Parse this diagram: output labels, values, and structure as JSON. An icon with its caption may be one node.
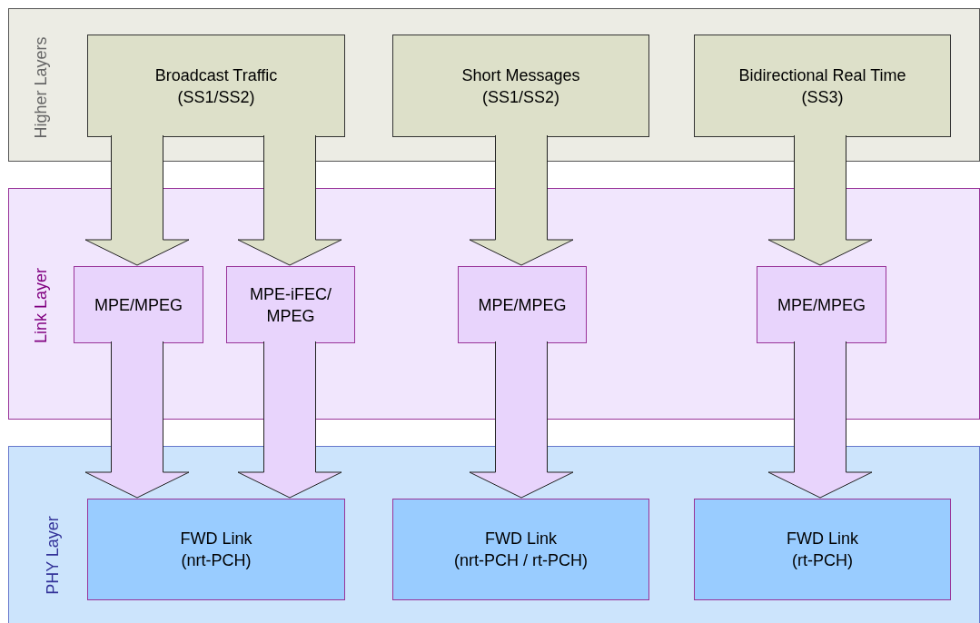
{
  "diagram": {
    "nodes": [
      {
        "text": [
          "Higher Layers"
        ]
      },
      {
        "text": [
          "Broadcast Traffic (SS1/SS2)"
        ],
        "in": 0
      },
      {
        "text": [
          "Short Messages (SS1/SS2)"
        ],
        "in": 0
      },
      {
        "text": [
          "Bidirectional Real Time (SS3)"
        ],
        "in": 0
      },
      {
        "text": [
          "Link Layer"
        ]
      },
      {
        "text": [
          "MPE/MPEG"
        ],
        "in": 4
      },
      {
        "text": [
          "MPE-iFEC/ MPEG"
        ],
        "in": 4
      },
      {
        "text": [
          "MPE/MPEG"
        ],
        "in": 4
      },
      {
        "text": [
          "MPE/MPEG"
        ],
        "in": 4
      },
      {
        "text": [
          "PHY Layer"
        ]
      },
      {
        "text": [
          "FWD Link (nrt-PCH)"
        ],
        "in": 9
      },
      {
        "text": [
          "FWD Link (nrt-PCH / rt-PCH)"
        ],
        "in": 9
      },
      {
        "text": [
          "FWD Link (rt-PCH)"
        ],
        "in": 9
      }
    ],
    "edges": [
      {
        "from": 1,
        "to": 5,
        "arrow": "to",
        "style": "thick",
        "color": "#dde0c9"
      },
      {
        "from": 1,
        "to": 6,
        "arrow": "to",
        "style": "thick",
        "color": "#dde0c9"
      },
      {
        "from": 2,
        "to": 7,
        "arrow": "to",
        "style": "thick",
        "color": "#dde0c9"
      },
      {
        "from": 3,
        "to": 8,
        "arrow": "to",
        "style": "thick",
        "color": "#dde0c9"
      },
      {
        "from": 5,
        "to": 10,
        "arrow": "to",
        "style": "thick",
        "color": "#e8d4fc"
      },
      {
        "from": 6,
        "to": 10,
        "arrow": "to",
        "style": "thick",
        "color": "#e8d4fc"
      },
      {
        "from": 7,
        "to": 11,
        "arrow": "to",
        "style": "thick",
        "color": "#e8d4fc"
      },
      {
        "from": 8,
        "to": 12,
        "arrow": "to",
        "style": "thick",
        "color": "#e8d4fc"
      }
    ]
  }
}
